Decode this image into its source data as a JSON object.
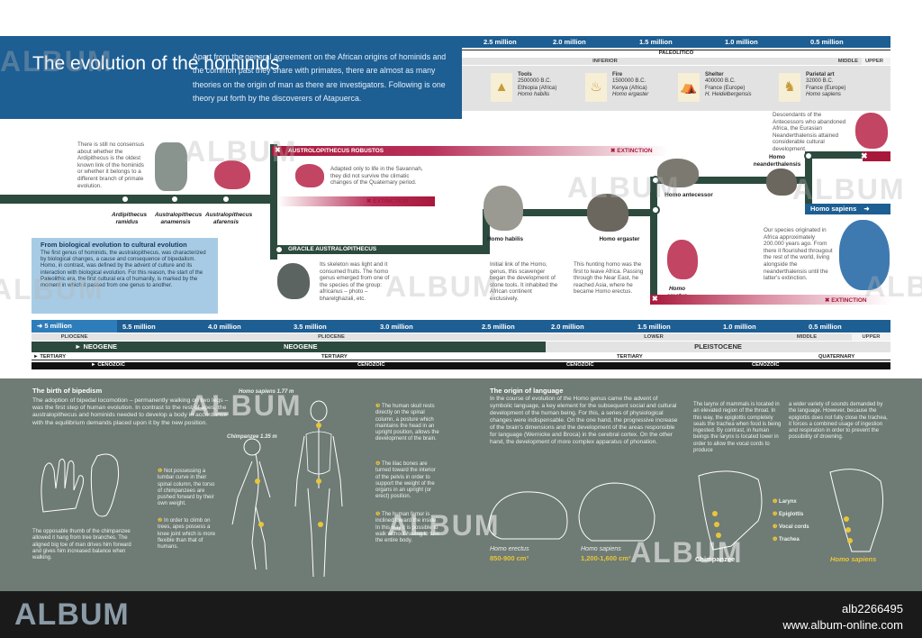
{
  "header": {
    "title": "The evolution of the hominids",
    "intro": "Apart from the general agreement on the African origins of hominids and the common past they share with primates, there are almost as many theories on the origin of man as there are investigators. Following is one theory put forth by the discoverers of Atapuerca."
  },
  "top_timeline": {
    "ticks": [
      "2.5 million",
      "2.0 million",
      "1.5 million",
      "1.0 million",
      "0.5 million"
    ],
    "period": "PALEOLITICO",
    "inferior": "INFERIOR",
    "middle": "MIDDLE",
    "upper": "UPPER"
  },
  "tools": [
    {
      "name": "Tools",
      "date": "2500000 B.C.",
      "place": "Ethiopia (Africa)",
      "species": "Homo habilis",
      "icon": "stone-tool-icon",
      "glyph": "▲"
    },
    {
      "name": "Fire",
      "date": "1500000 B.C.",
      "place": "Kenya (Africa)",
      "species": "Homo ergaster",
      "icon": "fire-icon",
      "glyph": "♨"
    },
    {
      "name": "Shelter",
      "date": "400000 B.C.",
      "place": "France (Europe)",
      "species": "H. Heidelbergensis",
      "icon": "shelter-icon",
      "glyph": "⛺"
    },
    {
      "name": "Parietal art",
      "date": "32000 B.C.",
      "place": "France (Europe)",
      "species": "Homo sapiens",
      "icon": "cave-art-icon",
      "glyph": "♞"
    }
  ],
  "tree": {
    "ardi_text": "There is still no consensus about whether the Ardipithecus is the oldest known link of the hominids or whether it belongs to a different branch of primate evolution.",
    "ardipithecus": "Ardipithecus ramidus",
    "anamensis": "Australopithecus anamensis",
    "afarensis": "Australopithecus afarensis",
    "robustos": "AUSTROLOPITHECUS ROBUSTOS",
    "extinction": "EXTINCTION",
    "robustos_text": "Adapted only to life in the Savannah, they did not survive the climatic changes of the Quaternary period.",
    "gracile": "GRACILE AUSTRALOPITHECUS",
    "gracile_text": "Its skeleton was light and it consumed fruits. The homo genus emerged from one of the species of the group: africanus – photo – bharelghazali, etc.",
    "habilis": "Homo habilis",
    "habilis_text": "Initial link of the Homo, genus, this scavenger began the development of stone tools. It inhabited the African continent exclusively.",
    "ergaster": "Homo ergaster",
    "ergaster_text": "This hunting homo was the first to leave Africa. Passing through the Near East, he reached Asia, where he became Homo erectus.",
    "antecessor": "Homo antecessor",
    "neanderthal": "Homo neanderthalensis",
    "neanderthal_text": "Descendants of the Antecessors who abandoned Africa, the Eurasian Neanderthalensis attained considerable cultural development.",
    "sapiens": "Homo sapiens",
    "sapiens_text": "Our species originated in Africa approximately 200.000 years ago. From there it flourished througout the rest of the world, living alongside the neanderthalensis until the latter's extinction.",
    "erectus": "Homo erectus"
  },
  "cultural": {
    "title": "From biological evolution to cultural evolution",
    "text": "The first genus of hominids, the australopithecus, was characterized by biological changes, a cause and consequence of bipedalism. Homo, in contrast, was defined by the advent of culture and its interaction with biological evolution. For this reason, the start of the Paleolithic era, the first cultural era of humanity, is marked by the moment in which it passed from one genus to another."
  },
  "main_timeline": {
    "ticks": [
      "5 million",
      "5.5 million",
      "4.0 million",
      "3.5 million",
      "3.0 million",
      "2.5 million",
      "2.0 million",
      "1.5 million",
      "1.0 million",
      "0.5 million"
    ],
    "epochs": [
      "PLIOCENE",
      "PLIOCENE",
      "LOWER",
      "MIDDLE",
      "UPPER"
    ],
    "neogene_a": "NEOGENE",
    "neogene_b": "NEOGENE",
    "pleistocene": "PLEISTOCENE",
    "tertiary_a": "TERTIARY",
    "tertiary_b": "TERTIARY",
    "tertiary_c": "TERTIARY",
    "quaternary": "QUATERNARY",
    "cenozoic": [
      "CENOZOIC",
      "CENOZOIC",
      "CENOZOIC",
      "CENOZOIC"
    ]
  },
  "bipedism": {
    "title": "The birth of bipedism",
    "text": "The adoption of bipedal locomotion – permanently walking on two legs – was the first step of human evolution. In contrast to the rest of apes, the australopithecus and hominids needed to develop a body in accordance with the equilibrium demands placed upon it by the new position.",
    "thumb_text": "The opposable thumb of the chimpanzee allowed it hang from tree branches. The aligned big toe of man drives him forward and gives him increased balance when walking.",
    "sapiens_height": "Homo sapiens 1.77 m",
    "chimp_height": "Chimpanzee 1.35 m",
    "note1": "Not possessing a lumbar curve in their spinal column, the torso of chimpanzees are pushed forward by their own weight.",
    "note2": "In order to climb on trees, apes possess a knee joint which is more flexible than that of humans.",
    "note3": "The human skull rests directly on the spinal column, a posture which maintains the head in an upright position, allows the development of the brain.",
    "note4": "The iliac bones are turned toward the interior of the pelvis in order to support the weight of the organs in an upright (or erect) position.",
    "note5": "The human femur is inclined toward the inside. In this way it is possible to walk without having to turn the entire body."
  },
  "language": {
    "title": "The origin of language",
    "text": "In the course of evolution of the Homo genus came the advent of symbolic language, a key element for the subsequent social and cultural development of the human being. For this, a series of physiological changes were indispensable. On the one hand, the progressive increase of the brain's dimensions and the development of the areas responsible for language (Wernicke and Broca) in the cerebral cortex. On the other hand, the development of more complex apparatus of phonation.",
    "larynx_text": "The larynx of mammals is located in an elevated region of the throat. In this way, the epiglottis completely seals the trachea when food is being ingested. By contrast, in human beings the larynx is located lower in order to allow the vocal cords to produce",
    "larynx_text2": "a wider variety of sounds demanded by the language. However, because the epiglottis does not fully close the trachea, it forces a combined usage of ingestion and respiration in order to prevent the possibility of drowning.",
    "erectus": "Homo erectus",
    "erectus_cc": "850-900 cm³",
    "sapiens": "Homo sapiens",
    "sapiens_cc": "1,200-1,600 cm³",
    "parts": [
      "Larynx",
      "Epiglottis",
      "Vocal cords",
      "Trachea"
    ],
    "chimp": "Chimpanzee",
    "homo_sapiens": "Homo sapiens"
  },
  "footer": {
    "logo": "ALBUM",
    "code": "alb2266495",
    "url": "www.album-online.com"
  },
  "colors": {
    "blue": "#1d5e93",
    "red": "#a8183b",
    "slate": "#6f7b75"
  }
}
